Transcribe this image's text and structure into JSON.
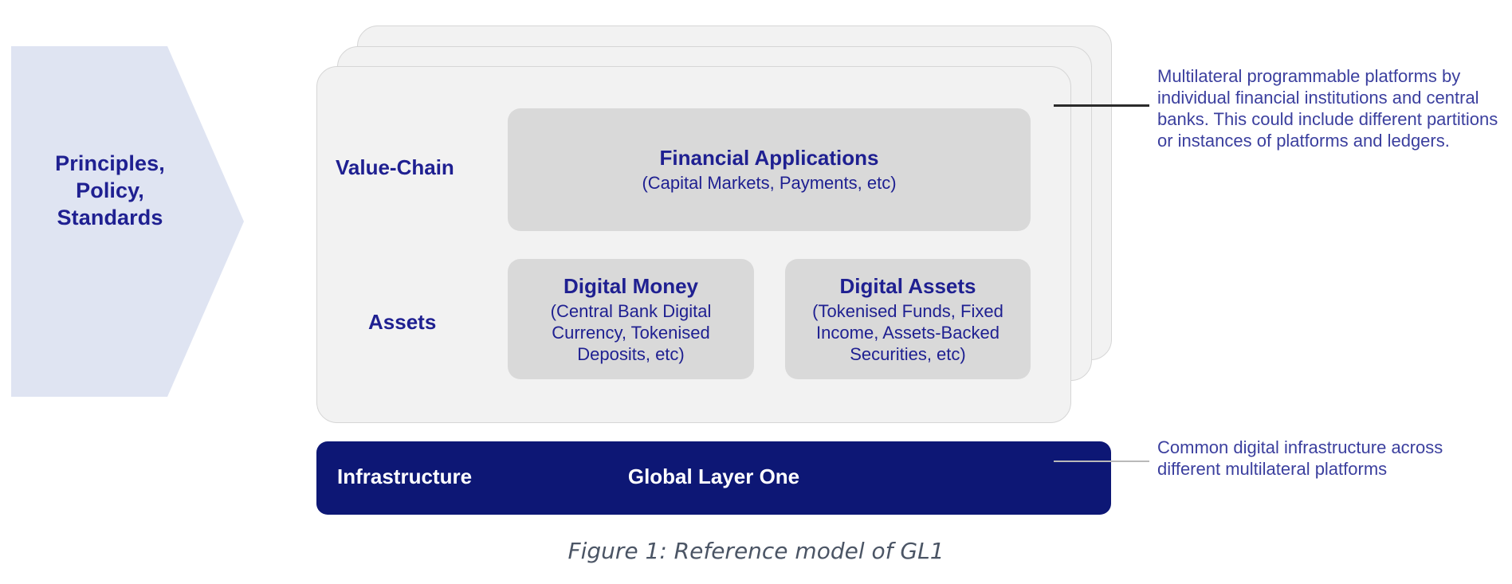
{
  "colors": {
    "navy": "#0d1775",
    "text_blue": "#1f2091",
    "annotation_blue": "#3b3f9e",
    "arrow_fill": "#dfe4f2",
    "card_fill": "#f2f2f2",
    "card_border": "#d6d6d6",
    "inner_box_fill": "#d9d9d9",
    "caption_gray": "#4b5565",
    "leader_dark": "#2b2b2b",
    "leader_light": "#b9b9b9"
  },
  "governance_arrow": {
    "label_line1": "Principles,",
    "label_line2": "Policy,",
    "label_line3": "Standards"
  },
  "stack": {
    "card_count": 3,
    "rows": [
      {
        "label": "Value-Chain",
        "boxes": [
          {
            "title": "Financial Applications",
            "subtitle": "(Capital Markets, Payments, etc)"
          }
        ]
      },
      {
        "label": "Assets",
        "boxes": [
          {
            "title": "Digital Money",
            "subtitle_line1": "(Central Bank Digital",
            "subtitle_line2": "Currency, Tokenised",
            "subtitle_line3": "Deposits, etc)"
          },
          {
            "title": "Digital Assets",
            "subtitle_line1": "(Tokenised Funds, Fixed",
            "subtitle_line2": "Income, Assets-Backed",
            "subtitle_line3": "Securities, etc)"
          }
        ]
      }
    ]
  },
  "infrastructure": {
    "row_label": "Infrastructure",
    "title": "Global Layer One"
  },
  "annotations": {
    "top": "Multilateral programmable platforms by individual financial institutions and central banks. This could include different partitions or instances of platforms and ledgers.",
    "bottom": "Common digital infrastructure across different multilateral platforms"
  },
  "caption": "Figure 1: Reference model of GL1"
}
